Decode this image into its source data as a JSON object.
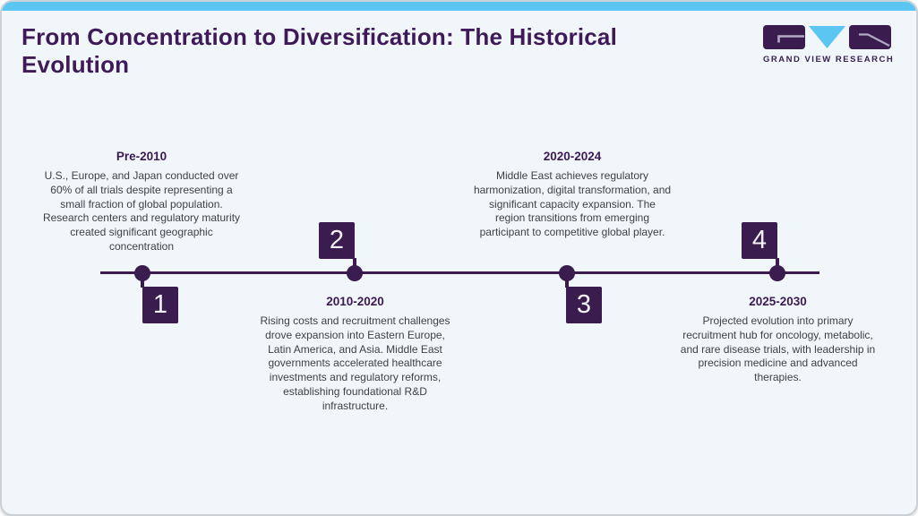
{
  "header": {
    "title": "From Concentration to Diversification: The Historical Evolution",
    "logo": {
      "text": "GRAND VIEW RESEARCH",
      "icon": "gvr-logo-icon"
    }
  },
  "colors": {
    "accent_bar_blue": "#5cc6f2",
    "primary_purple": "#3a1c4e",
    "title_purple": "#3e1b58",
    "heading_purple": "#3b1a52",
    "body_text": "#414049",
    "card_background": "#f1f6fa"
  },
  "timeline": {
    "milestones": [
      {
        "number": "1",
        "period": "Pre-2010",
        "text_position": "above-line",
        "description": "U.S., Europe, and Japan conducted over 60% of all trials despite representing a small fraction of global population. Research centers and regulatory maturity created significant geographic concentration"
      },
      {
        "number": "2",
        "period": "2010-2020",
        "text_position": "below-line",
        "description": "Rising costs and recruitment challenges drove expansion into Eastern Europe, Latin America, and Asia. Middle East governments accelerated healthcare investments and regulatory reforms, establishing foundational R&D infrastructure."
      },
      {
        "number": "3",
        "period": "2020-2024",
        "text_position": "above-line",
        "description": "Middle East achieves regulatory harmonization, digital transformation, and significant capacity expansion. The region transitions from emerging participant to competitive global player."
      },
      {
        "number": "4",
        "period": "2025-2030",
        "text_position": "below-line",
        "description": "Projected evolution into primary recruitment hub for oncology, metabolic, and rare disease trials, with leadership in precision medicine and advanced therapies."
      }
    ]
  }
}
